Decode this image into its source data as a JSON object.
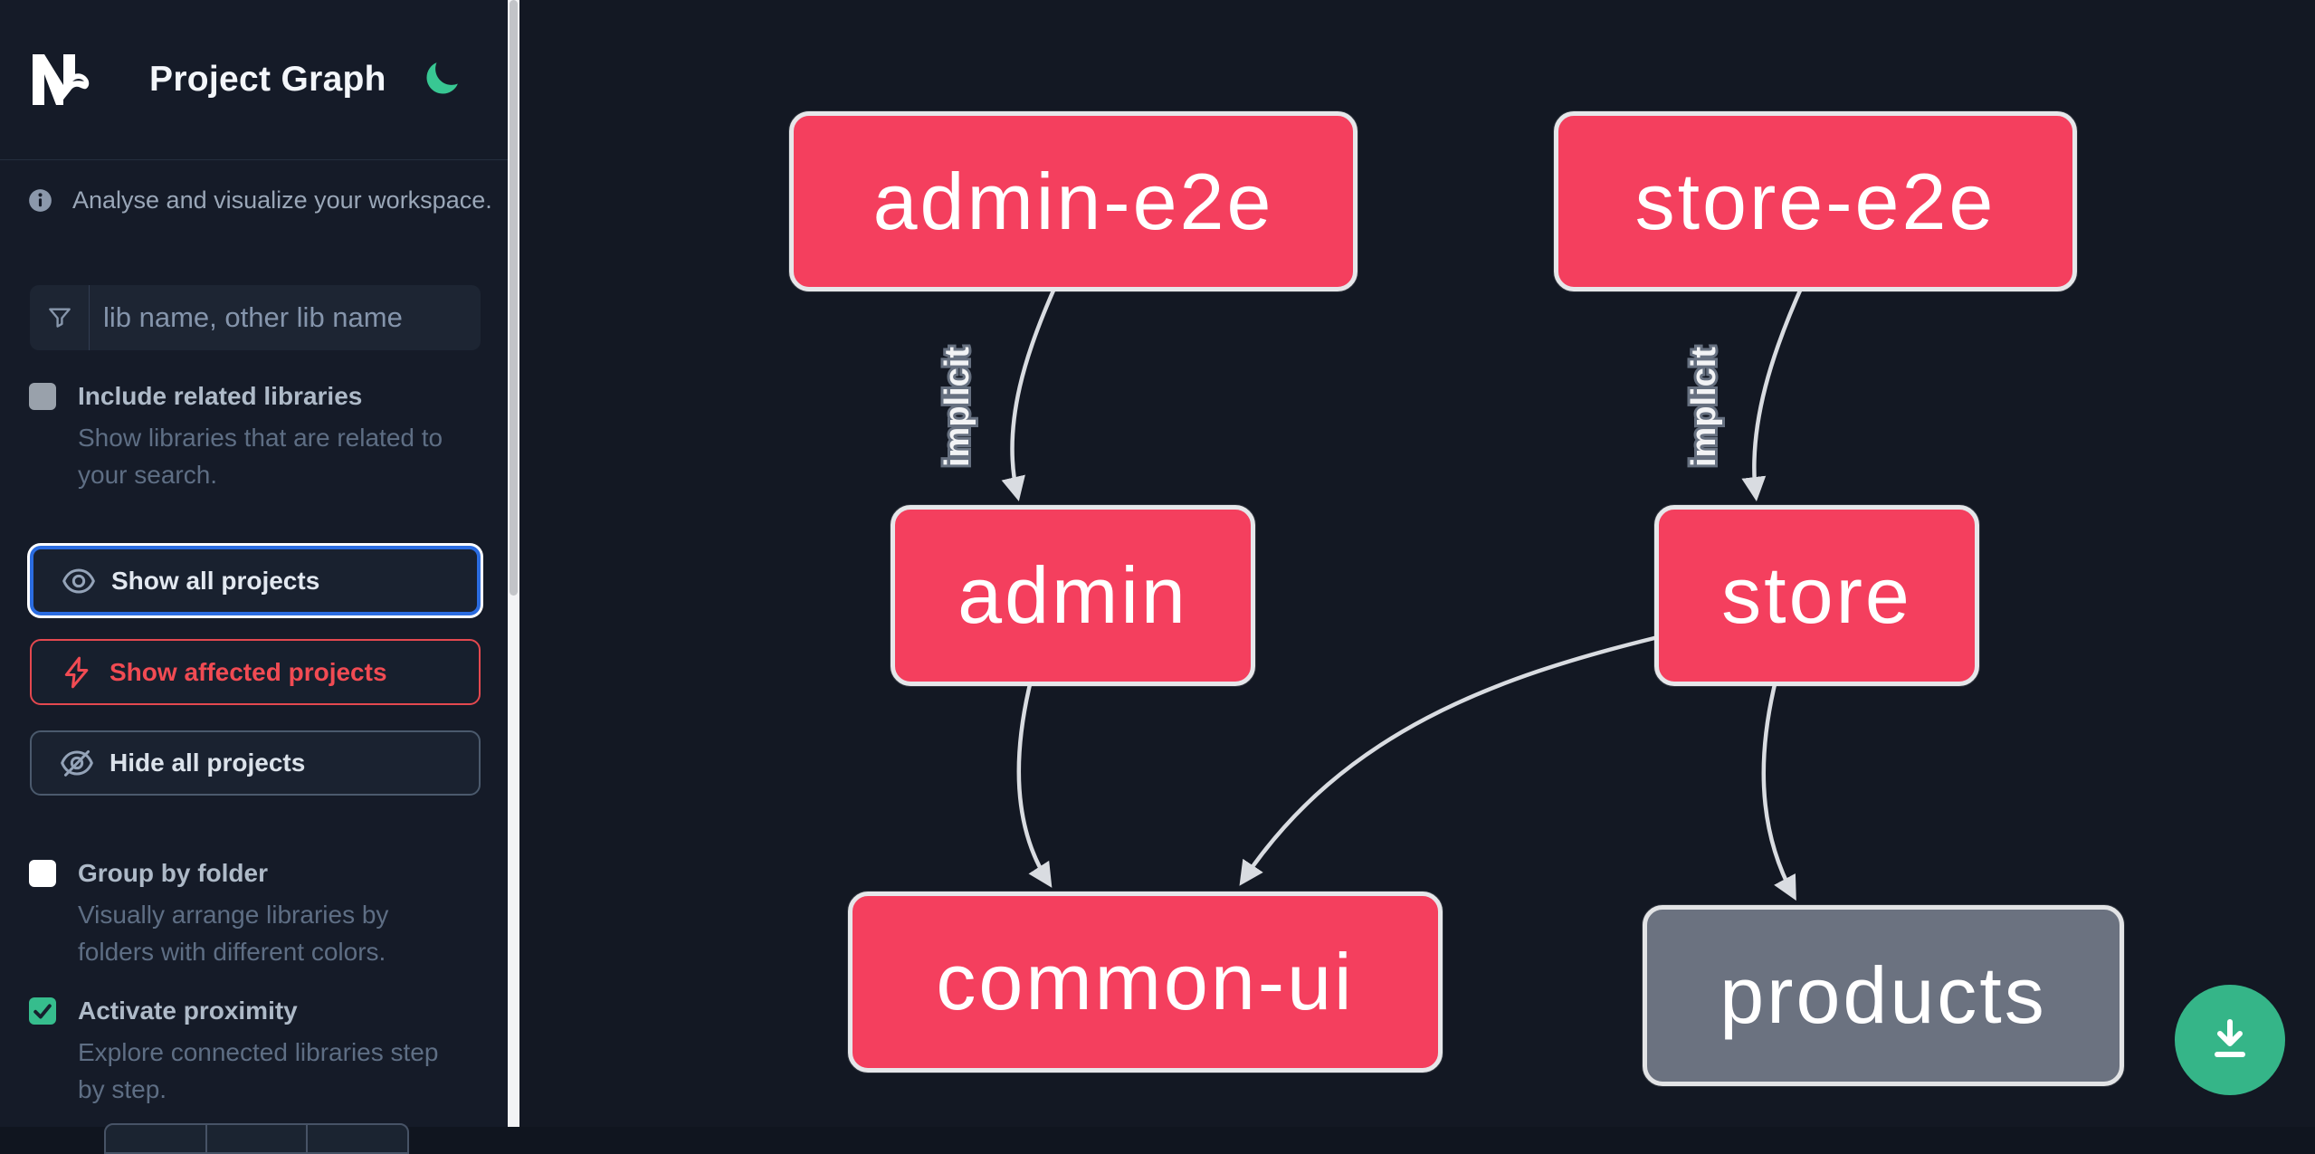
{
  "header": {
    "title": "Project Graph"
  },
  "sidebar": {
    "tagline": "Analyse and visualize your workspace.",
    "search": {
      "placeholder": "lib name, other lib name"
    },
    "toggles": [
      {
        "label": "Include related libraries",
        "description": [
          "Show libraries that are related to",
          "your search."
        ],
        "checked": false,
        "disabled": true
      },
      {
        "label": "Group by folder",
        "description": [
          "Visually arrange libraries by",
          "folders with different colors."
        ],
        "checked": false
      },
      {
        "label": "Activate proximity",
        "description": [
          "Explore connected libraries step",
          "by step."
        ],
        "checked": true
      }
    ],
    "buttons": [
      {
        "label": "Show all projects",
        "icon": "eye-icon",
        "state": "focused"
      },
      {
        "label": "Show affected projects",
        "icon": "bolt-icon",
        "state": "affected"
      },
      {
        "label": "Hide all projects",
        "icon": "eye-off-icon",
        "state": "default"
      }
    ]
  },
  "graph": {
    "nodes": [
      {
        "id": "admin-e2e",
        "label": "admin-e2e",
        "color": "pink"
      },
      {
        "id": "store-e2e",
        "label": "store-e2e",
        "color": "pink"
      },
      {
        "id": "admin",
        "label": "admin",
        "color": "pink"
      },
      {
        "id": "store",
        "label": "store",
        "color": "pink"
      },
      {
        "id": "common-ui",
        "label": "common-ui",
        "color": "pink"
      },
      {
        "id": "products",
        "label": "products",
        "color": "gray"
      }
    ],
    "edges": [
      {
        "from": "admin-e2e",
        "to": "admin",
        "label": "implicit"
      },
      {
        "from": "store-e2e",
        "to": "store",
        "label": "implicit"
      },
      {
        "from": "admin",
        "to": "common-ui",
        "label": ""
      },
      {
        "from": "store",
        "to": "common-ui",
        "label": ""
      },
      {
        "from": "store",
        "to": "products",
        "label": ""
      }
    ]
  },
  "colors": {
    "node_pink": "#f43f5e",
    "node_gray": "#6b7280",
    "node_border": "#e6e7ea",
    "edge": "#d9dce1",
    "background_canvas": "#131823",
    "background_sidebar": "#151b28",
    "accent_blue": "#2b6ce0",
    "accent_red": "#e4484f",
    "accent_green": "#36bd8d",
    "fab_green": "#35b588",
    "moon_green": "#38c793"
  }
}
